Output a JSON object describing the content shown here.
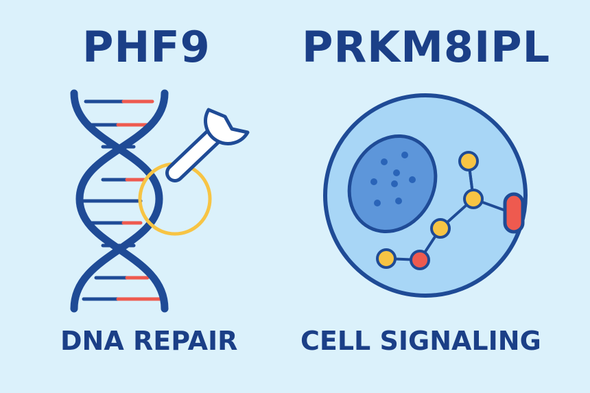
{
  "left_panel": {
    "title": "PHF9",
    "caption": "DNA REPAIR",
    "icons": [
      "dna-helix-icon",
      "wrench-icon",
      "magnifier-ring-icon"
    ]
  },
  "right_panel": {
    "title": "PRKM8IPL",
    "caption": "CELL SIGNALING",
    "icons": [
      "cell-icon",
      "nucleus-icon",
      "signaling-pathway-icon",
      "membrane-receptor-icon"
    ]
  },
  "colors": {
    "background": "#dbf1fb",
    "text": "#1b3f87",
    "helix": "#1f4b96",
    "accent_red": "#ee5a4f",
    "accent_yellow": "#f7c444",
    "cell_fill": "#a8d6f6",
    "nucleus_fill": "#5d96da"
  }
}
